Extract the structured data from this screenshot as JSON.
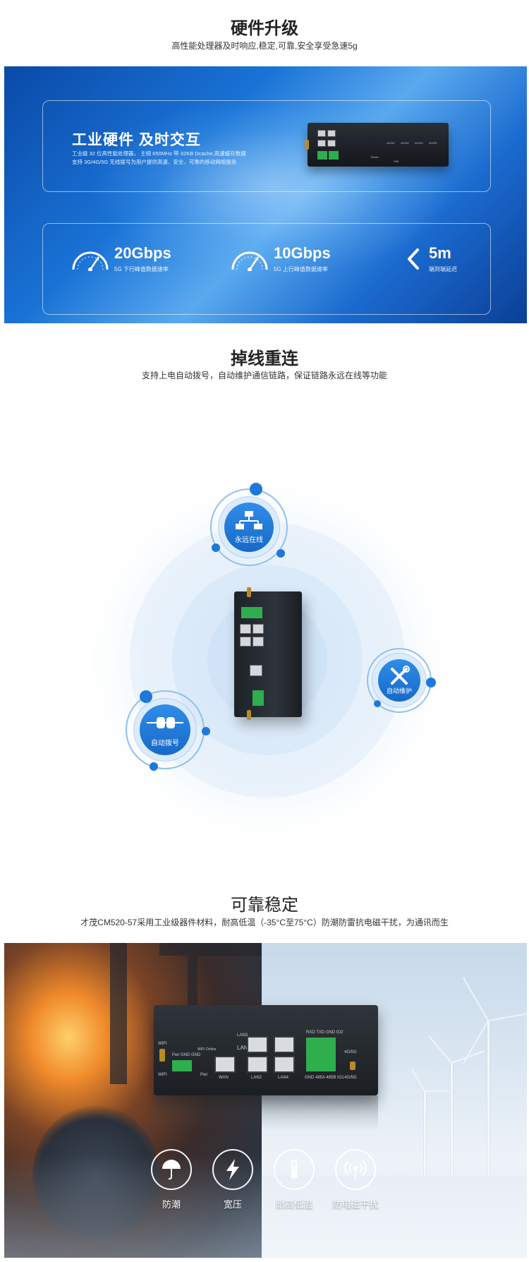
{
  "hardware": {
    "title": "硬件升级",
    "subtitle": "高性能处理器及时响应,稳定,可靠,安全享受急速5g",
    "banner": {
      "heading": "工业硬件 及时交互",
      "desc_line1": "工业级 32 位高性能处理器， 主频 650MHz 带 32KB Dcache,高速缓存数据",
      "desc_line2": "支持 3G/4G/5G 无线拨号为用户提供高速、安全、可靠的移动网络服务"
    },
    "stats": [
      {
        "value": "20Gbps",
        "label": "5G 下行峰值数据速率"
      },
      {
        "value": "10Gbps",
        "label": "5G 上行峰值数据速率"
      },
      {
        "value": "5m",
        "label": "端到端延迟"
      }
    ],
    "device_labels": [
      "Reset",
      "SIM",
      "4G/5G",
      "4G/5G",
      "4G/5G",
      "4G/5G"
    ]
  },
  "reconnect": {
    "title": "掉线重连",
    "subtitle": "支持上电自动拨号，自动维护通信链路，保证链路永远在线等功能",
    "badges": [
      {
        "label": "永远在线",
        "icon": "network-icon"
      },
      {
        "label": "自动维护",
        "icon": "tools-icon"
      },
      {
        "label": "自动拨号",
        "icon": "plug-icon"
      }
    ]
  },
  "stable": {
    "title": "可靠稳定",
    "subtitle": "才茂CM520-57采用工业级器件材料，耐高低温（-35°C至75°C）防潮防雷抗电磁干扰，为通讯而生",
    "device_labels": {
      "lan3": "LAN3",
      "lan1": "LAN1",
      "lan2": "LAN2",
      "lan4": "LAN4",
      "wan": "WAN",
      "wifi_top": "WIFI",
      "wifi_bottom": "WIFI",
      "pwr": "Pwr GND GND",
      "online": "WIFI Online",
      "pwr2": "Pwr",
      "serial_top": "RXD TXD GND IO2",
      "serial_bottom": "GND 485A 485B IO1",
      "ant_top": "4G/5G",
      "ant_bottom": "4G/5G"
    },
    "features": [
      {
        "label": "防潮",
        "icon": "umbrella-icon"
      },
      {
        "label": "宽压",
        "icon": "lightning-icon"
      },
      {
        "label": "耐高低温",
        "icon": "thermometer-icon"
      },
      {
        "label": "防电磁干扰",
        "icon": "signal-icon"
      }
    ]
  },
  "colors": {
    "accent": "#1f78db",
    "banner_dark": "#0b3f95",
    "green_terminal": "#2fae4e"
  }
}
